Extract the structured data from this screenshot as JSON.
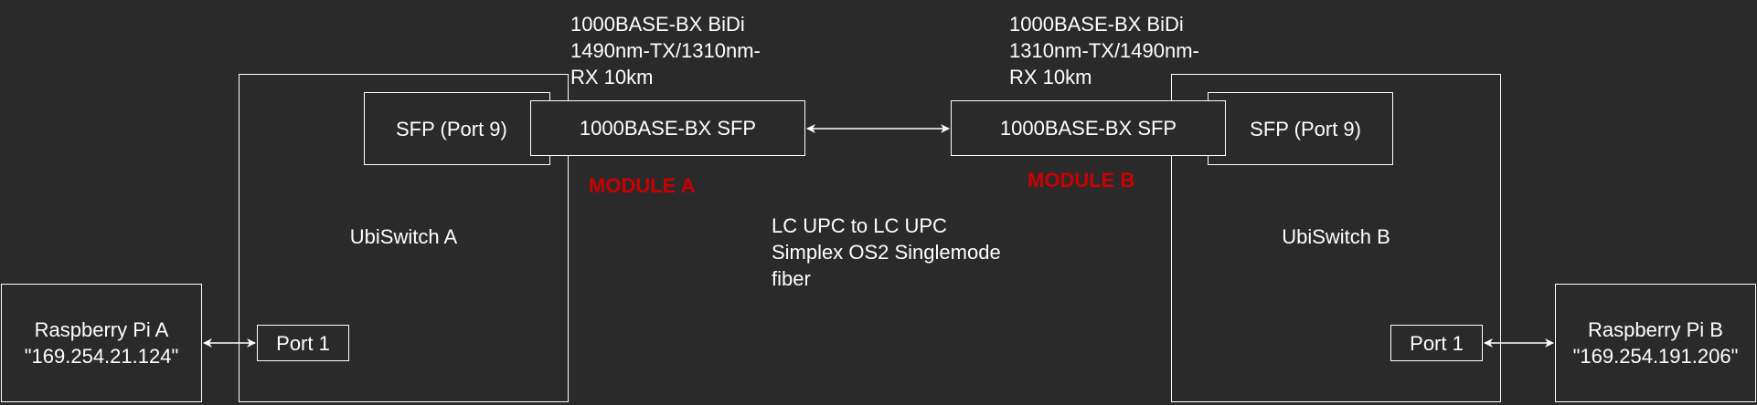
{
  "module_a": {
    "spec_line1": "1000BASE-BX BiDi",
    "spec_line2": "1490nm-TX/1310nm-",
    "spec_line3": "RX 10km",
    "sfp_label": "1000BASE-BX SFP",
    "module_label": "MODULE A"
  },
  "module_b": {
    "spec_line1": "1000BASE-BX BiDi",
    "spec_line2": "1310nm-TX/1490nm-",
    "spec_line3": "RX 10km",
    "sfp_label": "1000BASE-BX SFP",
    "module_label": "MODULE B"
  },
  "switch_a": {
    "name": "UbiSwitch A",
    "sfp_port": "SFP (Port 9)",
    "port": "Port 1"
  },
  "switch_b": {
    "name": "UbiSwitch B",
    "sfp_port": "SFP (Port 9)",
    "port": "Port 1"
  },
  "pi_a": {
    "name": "Raspberry Pi A",
    "ip": "\"169.254.21.124\""
  },
  "pi_b": {
    "name": "Raspberry Pi B",
    "ip": "\"169.254.191.206\""
  },
  "fiber": {
    "line1": "LC UPC to LC UPC",
    "line2": "Simplex OS2 Singlemode",
    "line3": "fiber"
  },
  "colors": {
    "background": "#2a2a2a",
    "stroke": "#ffffff",
    "module_label": "#cc0000"
  }
}
